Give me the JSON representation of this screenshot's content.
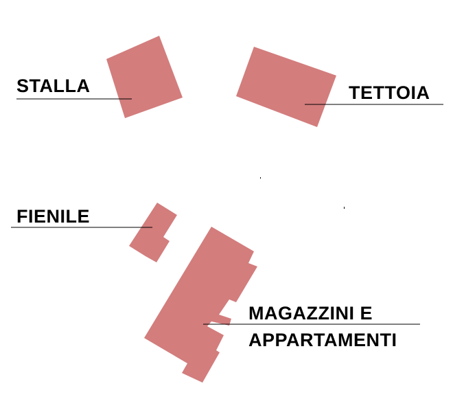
{
  "colors": {
    "building_fill": "#d37d7d",
    "leader_line": "#000000",
    "background": "#ffffff"
  },
  "buildings": [
    {
      "id": "stalla",
      "label": "STALLA"
    },
    {
      "id": "tettoia",
      "label": "TETTOIA"
    },
    {
      "id": "fienile",
      "label": "FIENILE"
    },
    {
      "id": "magazzini",
      "label_line1": "MAGAZZINI E",
      "label_line2": "APPARTAMENTI"
    }
  ]
}
